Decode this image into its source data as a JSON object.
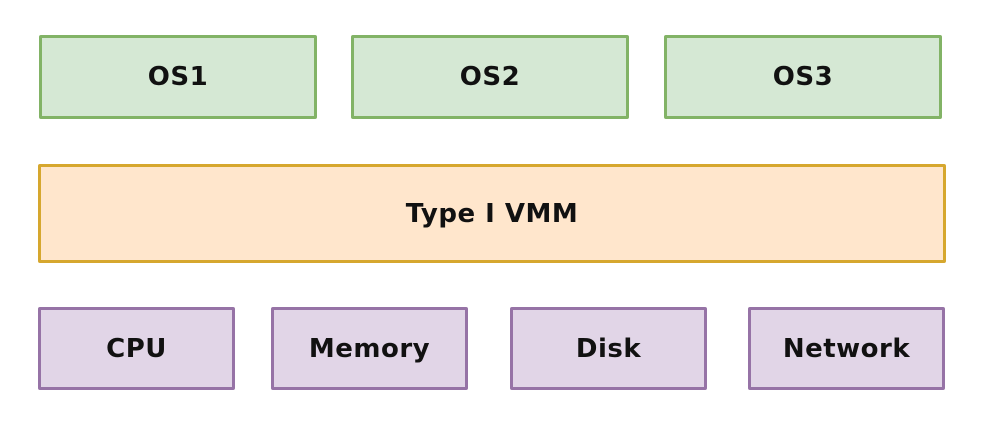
{
  "colors": {
    "os_fill": "#d5e8d4",
    "os_stroke": "#82b366",
    "vmm_fill": "#ffe6cc",
    "vmm_stroke": "#d6a72e",
    "hw_fill": "#e1d5e7",
    "hw_stroke": "#9673a6"
  },
  "guest_os": [
    "OS1",
    "OS2",
    "OS3"
  ],
  "vmm": {
    "label": "Type I VMM"
  },
  "hardware": [
    "CPU",
    "Memory",
    "Disk",
    "Network"
  ]
}
